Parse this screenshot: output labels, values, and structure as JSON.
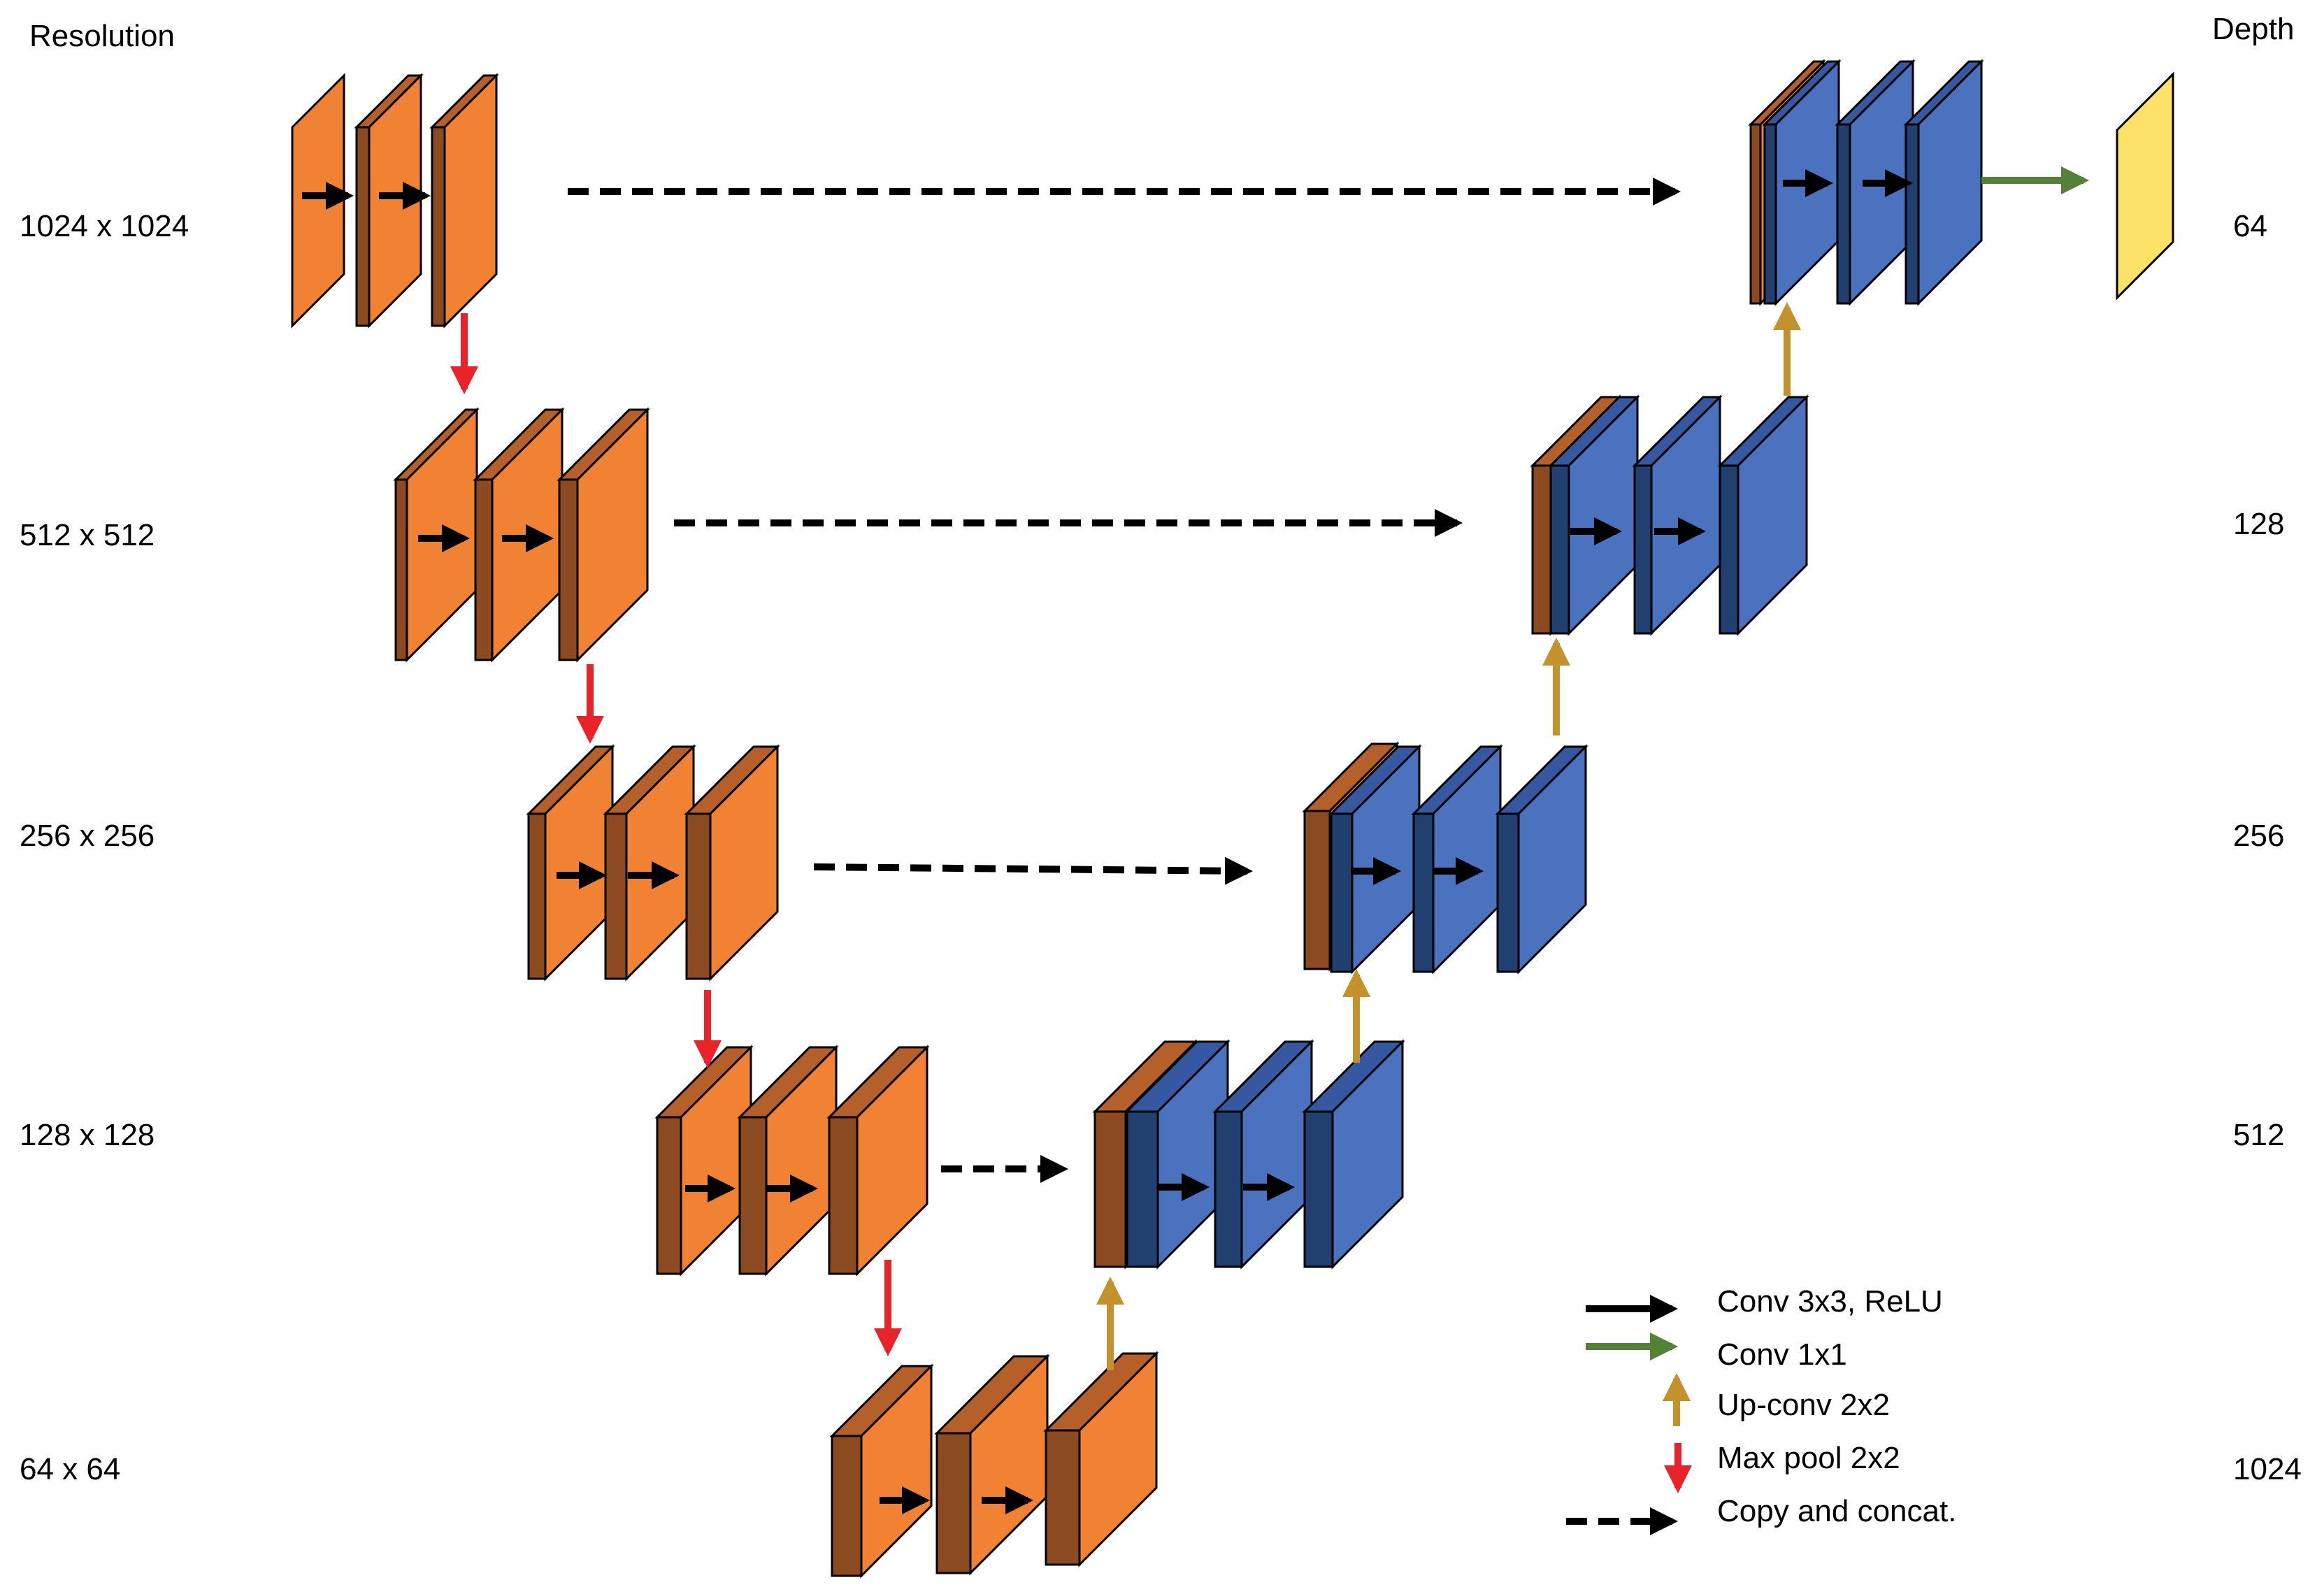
{
  "headers": {
    "resolution": "Resolution",
    "depth": "Depth"
  },
  "resolutions": [
    "1024 x 1024",
    "512 x 512",
    "256 x 256",
    "128 x 128",
    "64 x 64"
  ],
  "depths": [
    "64",
    "128",
    "256",
    "512",
    "1024"
  ],
  "legend": [
    {
      "key": "conv",
      "label": "Conv 3x3, ReLU",
      "color": "#000000",
      "arrow": "solid-right"
    },
    {
      "key": "conv1x1",
      "label": "Conv 1x1",
      "color": "#538135",
      "arrow": "solid-right"
    },
    {
      "key": "upconv",
      "label": "Up-conv 2x2",
      "color": "#C4922D",
      "arrow": "solid-up"
    },
    {
      "key": "maxpool",
      "label": "Max pool 2x2",
      "color": "#E8232A",
      "arrow": "solid-down"
    },
    {
      "key": "copy",
      "label": "Copy and concat.",
      "color": "#000000",
      "arrow": "dashed-right"
    }
  ],
  "colors": {
    "encoder_face": "#F28233",
    "encoder_side": "#8B4A1F",
    "encoder_top": "#B5602A",
    "decoder_face": "#4A72BE",
    "decoder_side": "#22406F",
    "decoder_top": "#3558A0",
    "output_face": "#FDE26A",
    "outline": "#000000"
  }
}
